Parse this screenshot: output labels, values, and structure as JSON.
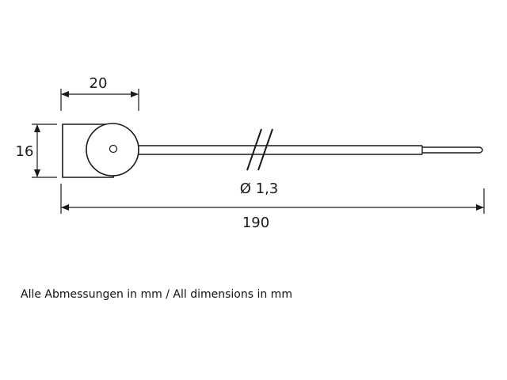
{
  "dimensions": {
    "width_label": "20",
    "height_label": "16",
    "diameter_label": "Ø 1,3",
    "length_label": "190"
  },
  "caption": "Alle Abmessungen in mm / All dimensions in mm",
  "colors": {
    "line": "#1a1a1a",
    "body_fill": "#ffffff"
  }
}
